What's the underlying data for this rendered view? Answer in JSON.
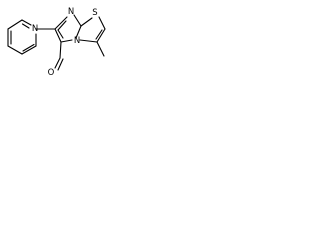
{
  "molecule": {
    "atoms": {
      "pyridine_n": "N",
      "imidazole_n": "N",
      "bridge_n": "N",
      "thiazole_s": "S",
      "aldehyde_o": "O"
    }
  }
}
